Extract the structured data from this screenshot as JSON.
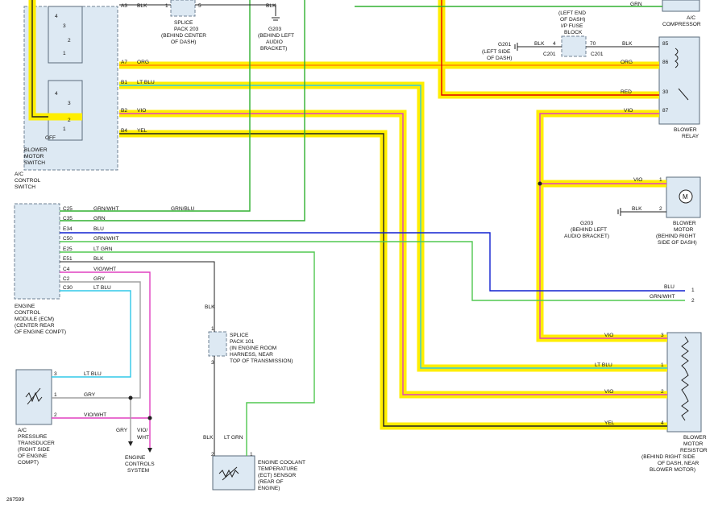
{
  "figure_id": "267599",
  "components": {
    "ac_control_switch": {
      "title_lines": [
        "BLOWER",
        "MOTOR",
        "SWITCH"
      ],
      "sub_lines": [
        "A/C",
        "CONTROL",
        "SWITCH"
      ],
      "positions": [
        "4",
        "3",
        "2",
        "1",
        "4",
        "3",
        "2",
        "1",
        "OFF"
      ]
    },
    "ecm": {
      "lines": [
        "ENGINE",
        "CONTROL",
        "MODULE (ECM)",
        "(CENTER REAR",
        "OF ENGINE COMPT)"
      ]
    },
    "ac_pressure_transducer": {
      "lines": [
        "A/C",
        "PRESSURE",
        "TRANSDUCER",
        "(RIGHT SIDE",
        "OF ENGINE",
        "COMPT)"
      ]
    },
    "engine_controls_system": {
      "lines": [
        "ENGINE",
        "CONTROLS",
        "SYSTEM"
      ]
    },
    "splice_pack_203": {
      "lines": [
        "SPLICE",
        "PACK 203",
        "(BEHIND CENTER",
        "OF DASH)"
      ]
    },
    "g203_top": {
      "lines": [
        "G203",
        "(BEHIND LEFT",
        "AUDIO",
        "BRACKET)"
      ]
    },
    "fuse_block": {
      "lines": [
        "(LEFT END",
        "OF DASH)",
        "I/P FUSE",
        "BLOCK"
      ]
    },
    "g201": {
      "lines": [
        "G201",
        "(LEFT SIDE",
        "OF DASH)"
      ]
    },
    "ac_compressor": {
      "lines": [
        "A/C",
        "COMPRESSOR"
      ]
    },
    "blower_relay": {
      "lines": [
        "BLOWER",
        "RELAY"
      ],
      "pins": [
        "85",
        "86",
        "30",
        "87"
      ]
    },
    "blower_motor": {
      "lines": [
        "BLOWER",
        "MOTOR",
        "(BEHIND RIGHT",
        "SIDE OF DASH)"
      ],
      "pins": [
        "1",
        "2"
      ]
    },
    "g203_right": {
      "lines": [
        "G203",
        "(BEHIND LEFT",
        "AUDIO BRACKET)"
      ]
    },
    "splice_pack_101": {
      "lines": [
        "SPLICE",
        "PACK 101",
        "(IN ENGINE ROOM",
        "HARNESS, NEAR",
        "TOP OF TRANSMISSION)"
      ],
      "pins": [
        "1",
        "3"
      ]
    },
    "ect_sensor": {
      "lines": [
        "ENGINE COOLANT",
        "TEMPERATURE",
        "(ECT) SENSOR",
        "(REAR OF",
        "ENGINE)"
      ],
      "pins": [
        "2",
        "1"
      ]
    },
    "blower_motor_resistor": {
      "lines": [
        "BLOWER",
        "MOTOR",
        "RESISTOR",
        "(BEHIND RIGHT SIDE",
        "OF DASH, NEAR",
        "BLOWER MOTOR)"
      ],
      "pins": [
        "3",
        "1",
        "2",
        "4"
      ]
    },
    "rhs_connector": {
      "pins": [
        "1",
        "2"
      ]
    }
  },
  "wires": {
    "a3": {
      "pin": "A3",
      "color": "BLK"
    },
    "blk_splice": "BLK",
    "a7": {
      "pin": "A7",
      "color": "ORG"
    },
    "b1": {
      "pin": "B1",
      "color": "LT BLU"
    },
    "b2": {
      "pin": "B2",
      "color": "VIO"
    },
    "b4": {
      "pin": "B4",
      "color": "YEL"
    },
    "c25": {
      "pin": "C25",
      "color": "GRN/WHT",
      "color2": "GRN/BLU"
    },
    "c35": {
      "pin": "C35",
      "color": "GRN"
    },
    "e34": {
      "pin": "E34",
      "color": "BLU"
    },
    "c50": {
      "pin": "C50",
      "color": "GRN/WHT"
    },
    "e25": {
      "pin": "E25",
      "color": "LT GRN"
    },
    "e51": {
      "pin": "E51",
      "color": "BLK"
    },
    "c4": {
      "pin": "C4",
      "color": "VIO/WHT"
    },
    "c2": {
      "pin": "C2",
      "color": "GRY"
    },
    "c30": {
      "pin": "C30",
      "color": "LT BLU"
    },
    "tr3": {
      "pin": "3",
      "color": "LT BLU"
    },
    "tr1": {
      "pin": "1",
      "color": "GRY"
    },
    "tr2": {
      "pin": "2",
      "color": "VIO/WHT"
    },
    "ecs_gry": "GRY",
    "ecs_viowht": [
      "VIO/",
      "WHT"
    ],
    "grn_top": "GRN",
    "g201_blk": "BLK",
    "fuse_pins": [
      "4",
      "70"
    ],
    "c201": "C201",
    "relay_blk": "BLK",
    "relay_org": "ORG",
    "relay_red": "RED",
    "relay_vio": "VIO",
    "motor_vio": "VIO",
    "motor_blk": "BLK",
    "rhs_blu": "BLU",
    "rhs_grnwht": "GRN/WHT",
    "res_vio3": "VIO",
    "res_ltblu": "LT BLU",
    "res_vio2": "VIO",
    "res_yel": "YEL",
    "sp101_blk": "BLK",
    "ect_blk": "BLK",
    "ect_ltgrn": "LT GRN",
    "splice_pins": [
      "1",
      "5"
    ]
  },
  "colors": {
    "highlight": "#ffee00",
    "org": "#ff8800",
    "red": "#e00000",
    "vio": "#e040c0",
    "ltblu": "#30c8e8",
    "grn": "#30b030",
    "ltgrn": "#50c850",
    "blu": "#1020d0",
    "gry": "#a0a0a0",
    "blk": "#222222",
    "box_fill": "#dde9f3"
  }
}
